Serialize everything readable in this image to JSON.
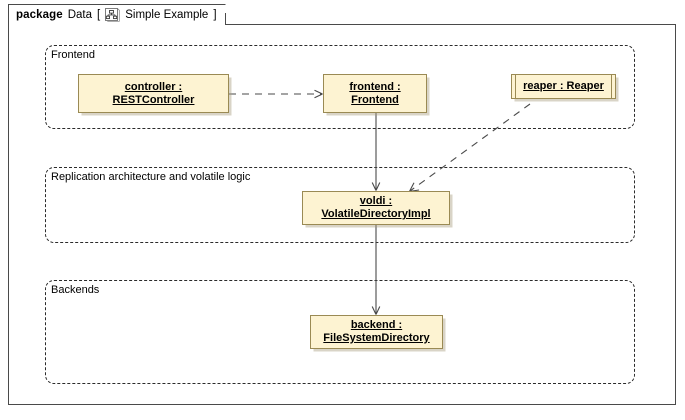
{
  "diagram": {
    "type": "uml-package-diagram",
    "frame": {
      "keyword": "package",
      "kind": "Data",
      "bracket_open": "[",
      "bracket_close": "]",
      "name": "Simple Example",
      "icon": "package-tree-icon"
    },
    "colors": {
      "frame_border": "#4a4a4a",
      "package_border": "#2b2b2b",
      "object_fill": "#fdf3d2",
      "object_border": "#9a8a54",
      "object_shadow": "#aaa082",
      "connector": "#4a4a4a",
      "background": "#ffffff"
    },
    "packages": [
      {
        "id": "frontend-package",
        "label": "Frontend"
      },
      {
        "id": "replication-package",
        "label": "Replication architecture and volatile logic"
      },
      {
        "id": "backends-package",
        "label": "Backends"
      }
    ],
    "objects": [
      {
        "id": "controller",
        "name": "controller :",
        "type": "RESTController",
        "active": false,
        "package": "Frontend"
      },
      {
        "id": "frontend",
        "name": "frontend :",
        "type": "Frontend",
        "active": false,
        "package": "Frontend"
      },
      {
        "id": "reaper",
        "name": "reaper : Reaper",
        "type": "",
        "active": true,
        "package": "Frontend"
      },
      {
        "id": "voldi",
        "name": "voldi :",
        "type": "VolatileDirectoryImpl",
        "active": false,
        "package": "Replication architecture and volatile logic"
      },
      {
        "id": "backend",
        "name": "backend :",
        "type": "FileSystemDirectory",
        "active": false,
        "package": "Backends"
      }
    ],
    "connectors": [
      {
        "id": "controller-to-frontend",
        "from": "controller",
        "to": "frontend",
        "style": "dashed",
        "arrow": "open"
      },
      {
        "id": "frontend-to-voldi",
        "from": "frontend",
        "to": "voldi",
        "style": "solid",
        "arrow": "open"
      },
      {
        "id": "reaper-to-voldi",
        "from": "reaper",
        "to": "voldi",
        "style": "dashed",
        "arrow": "open"
      },
      {
        "id": "voldi-to-backend",
        "from": "voldi",
        "to": "backend",
        "style": "solid",
        "arrow": "open"
      }
    ]
  }
}
